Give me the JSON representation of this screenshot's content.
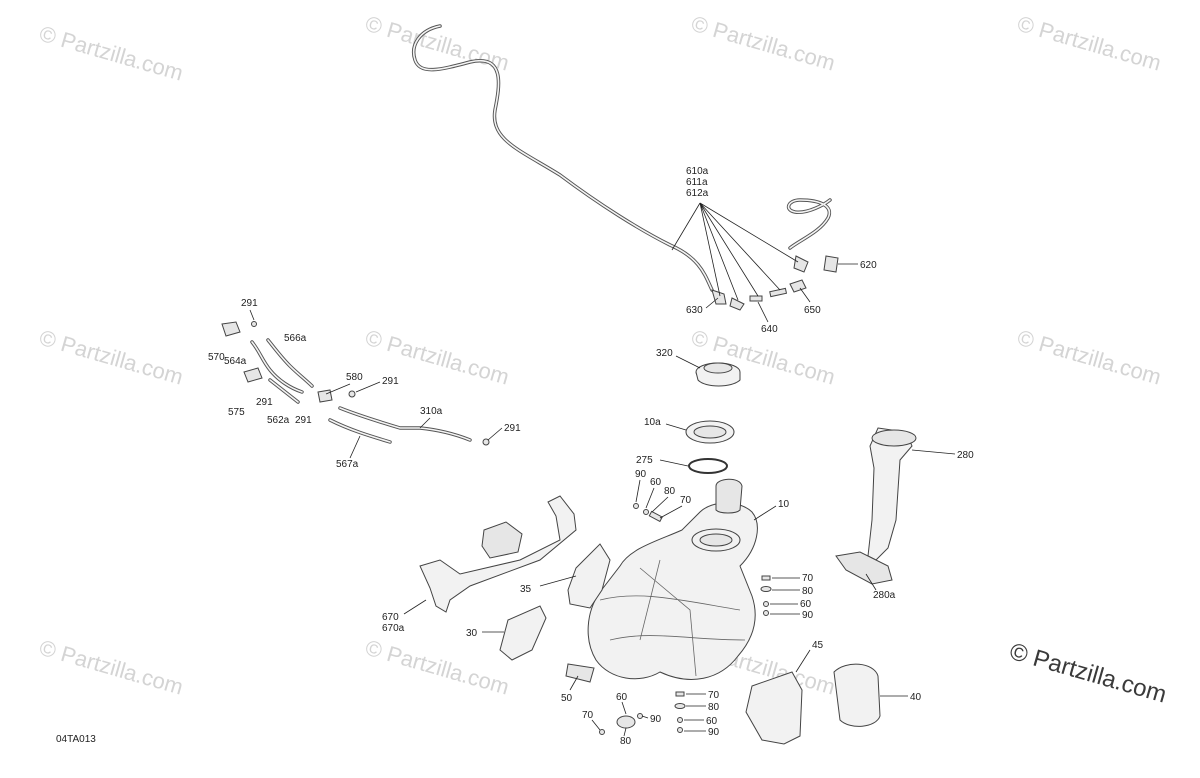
{
  "watermark_text": "© Partzilla.com",
  "brand_text": "© Partzilla.com",
  "drawing_code": "04TA013",
  "callouts": {
    "c610a": "610a",
    "c611a": "611a",
    "c612a": "612a",
    "c620": "620",
    "c630": "630",
    "c640": "640",
    "c650": "650",
    "c320": "320",
    "c291a": "291",
    "c291b": "291",
    "c291c": "291",
    "c291d": "291",
    "c291e": "291",
    "c566a": "566a",
    "c564a": "564a",
    "c570": "570",
    "c575": "575",
    "c562a": "562a",
    "c580": "580",
    "c310a": "310a",
    "c567a": "567a",
    "c10a": "10a",
    "c275": "275",
    "c90a": "90",
    "c60a": "60",
    "c80a": "80",
    "c70a": "70",
    "c10": "10",
    "c280": "280",
    "c280a": "280a",
    "c70b": "70",
    "c80b": "80",
    "c60b": "60",
    "c90b": "90",
    "c35": "35",
    "c670": "670",
    "c670a": "670a",
    "c30": "30",
    "c45": "45",
    "c40": "40",
    "c50": "50",
    "c60c": "60",
    "c70c": "70",
    "c80c": "80",
    "c90c": "90",
    "c70d": "70",
    "c80d": "80",
    "c60d": "60",
    "c90d": "90"
  }
}
